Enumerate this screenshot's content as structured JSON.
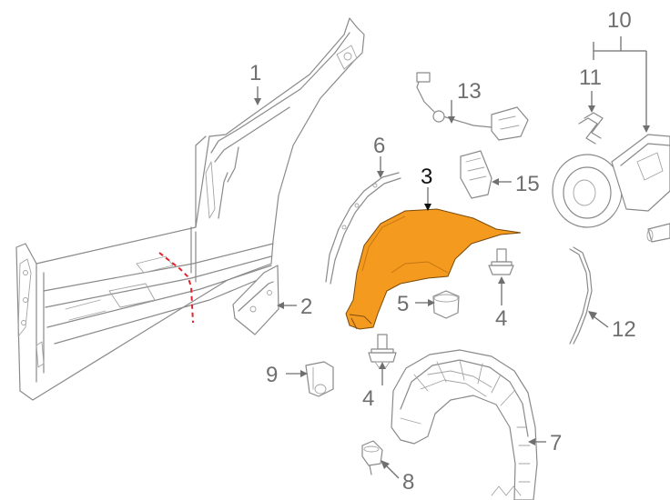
{
  "highlight_color": "#f39a1f",
  "cut_line_color": "#e0242a",
  "callouts": {
    "c1": "1",
    "c2": "2",
    "c3": "3",
    "c4a": "4",
    "c4b": "4",
    "c5": "5",
    "c6": "6",
    "c7": "7",
    "c8": "8",
    "c9": "9",
    "c10": "10",
    "c11": "11",
    "c12": "12",
    "c13": "13",
    "c15": "15"
  }
}
